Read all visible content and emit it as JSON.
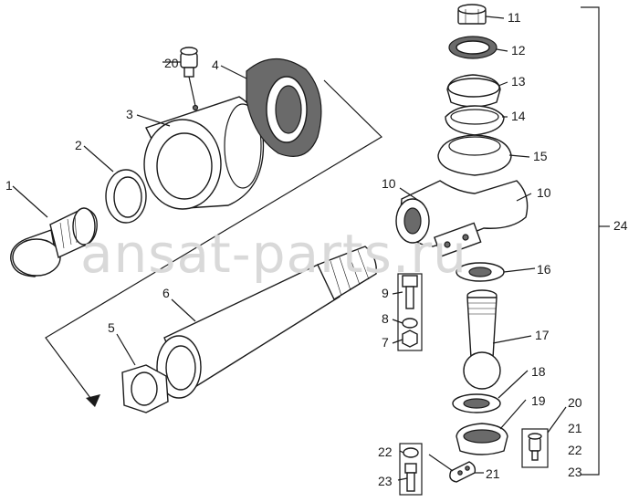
{
  "watermark": "ansat-parts.ru",
  "callouts": [
    {
      "id": "c1",
      "text": "1"
    },
    {
      "id": "c2",
      "text": "2"
    },
    {
      "id": "c3",
      "text": "3"
    },
    {
      "id": "c4",
      "text": "4"
    },
    {
      "id": "c5",
      "text": "5"
    },
    {
      "id": "c6",
      "text": "6"
    },
    {
      "id": "c7",
      "text": "7"
    },
    {
      "id": "c8",
      "text": "8"
    },
    {
      "id": "c9",
      "text": "9"
    },
    {
      "id": "c10a",
      "text": "10"
    },
    {
      "id": "c10b",
      "text": "10"
    },
    {
      "id": "c11",
      "text": "11"
    },
    {
      "id": "c12",
      "text": "12"
    },
    {
      "id": "c13",
      "text": "13"
    },
    {
      "id": "c14",
      "text": "14"
    },
    {
      "id": "c15",
      "text": "15"
    },
    {
      "id": "c16",
      "text": "16"
    },
    {
      "id": "c17",
      "text": "17"
    },
    {
      "id": "c18",
      "text": "18"
    },
    {
      "id": "c19",
      "text": "19"
    },
    {
      "id": "c20a",
      "text": "20"
    },
    {
      "id": "c20b",
      "text": "20"
    },
    {
      "id": "c21a",
      "text": "21"
    },
    {
      "id": "c21b",
      "text": "21"
    },
    {
      "id": "c22a",
      "text": "22"
    },
    {
      "id": "c22b",
      "text": "22"
    },
    {
      "id": "c23a",
      "text": "23"
    },
    {
      "id": "c23b",
      "text": "23"
    },
    {
      "id": "c24",
      "text": "24"
    }
  ]
}
